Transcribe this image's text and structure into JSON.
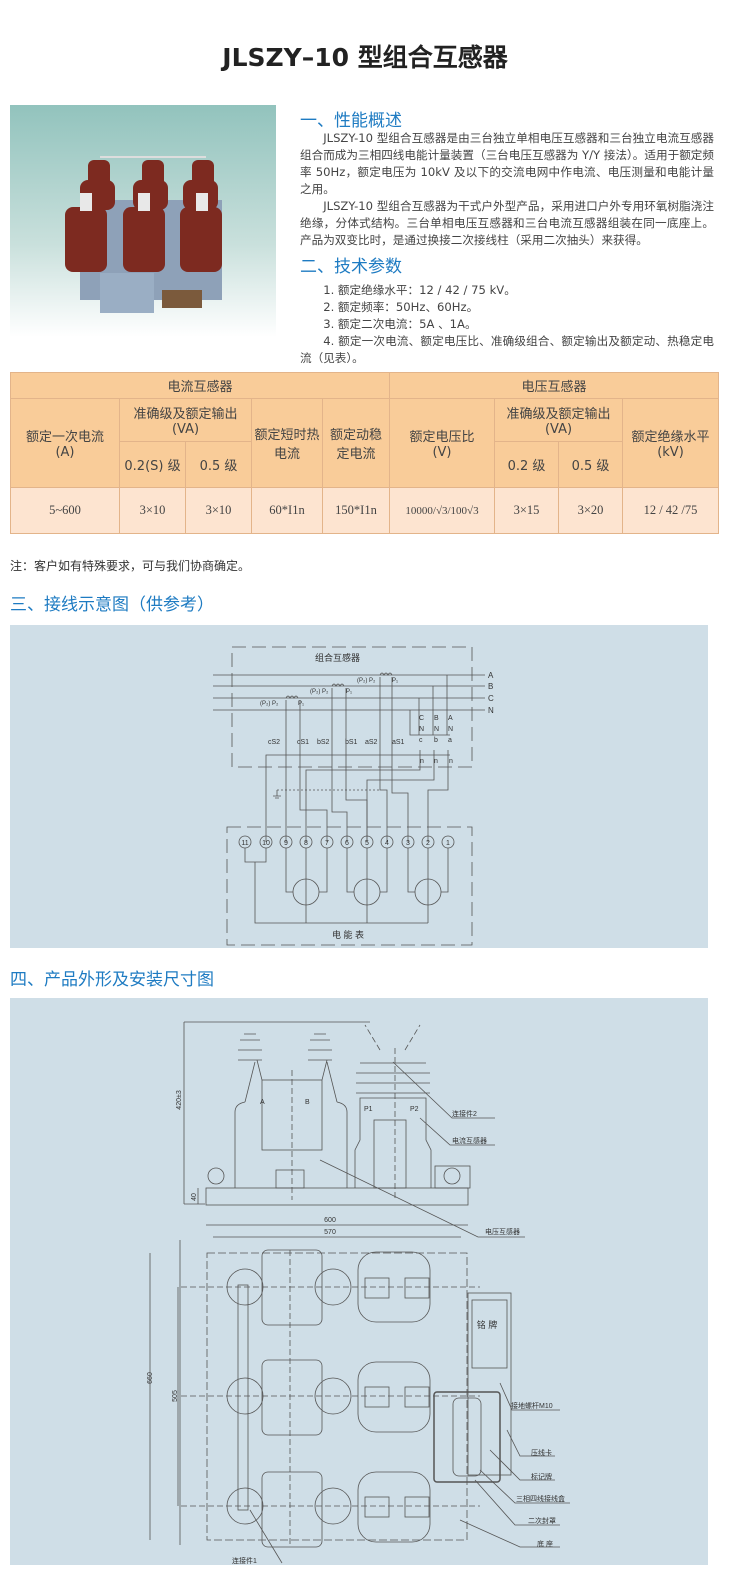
{
  "title": "JLSZY–10 型组合互感器",
  "s1": {
    "heading": "一、性能概述",
    "p1": "JLSZY-10 型组合互感器是由三台独立单相电压互感器和三台独立电流互感器组合而成为三相四线电能计量装置（三台电压互感器为 Y/Y 接法）。适用于额定频率 50Hz，额定电压为 10kV 及以下的交流电网中作电流、电压测量和电能计量之用。",
    "p2": "JLSZY-10 型组合互感器为干式户外型产品，采用进口户外专用环氧树脂浇注绝缘，分体式结构。三台单相电压互感器和三台电流互感器组装在同一底座上。产品为双变比时，是通过换接二次接线柱（采用二次抽头）来获得。"
  },
  "s2": {
    "heading": "二、技术参数",
    "items": [
      "1. 额定绝缘水平：12 / 42 / 75 kV。",
      "2. 额定频率：50Hz、60Hz。",
      "3. 额定二次电流：5A 、1A。",
      "4. 额定一次电流、额定电压比、准确级组合、额定输出及额定动、热稳定电流（见表）。"
    ]
  },
  "table": {
    "ct": "电流互感器",
    "vt": "电压互感器",
    "h_primary": "额定一次电流\n(A)",
    "h_acc": "准确级及额定输出\n(VA)",
    "h_02s": "0.2(S) 级",
    "h_05": "0.5 级",
    "h_thermal": "额定短时热电流",
    "h_dyn": "额定动稳定电流",
    "h_ratio": "额定电压比\n(V)",
    "h_acc2": "准确级及额定输出\n(VA)",
    "h_02": "0.2 级",
    "h_05b": "0.5 级",
    "h_ins": "额定绝缘水平\n(kV)",
    "row": [
      "5~600",
      "3×10",
      "3×10",
      "60*I1n",
      "150*I1n",
      "10000/√3/100√3",
      "3×15",
      "3×20",
      "12 / 42 /75"
    ]
  },
  "note": "注：客户如有特殊要求，可与我们协商确定。",
  "s3": {
    "heading": "三、接线示意图（供参考）",
    "box_title": "组合互感器",
    "meter_title": "电 能 表",
    "phases": [
      "A",
      "B",
      "C",
      "N"
    ],
    "ps": [
      "(P₂) P₂",
      "P₁"
    ],
    "secondary": [
      "cS2",
      "cS1",
      "bS2",
      "bS1",
      "aS2",
      "aS1"
    ],
    "vt_top": [
      "C",
      "B",
      "A"
    ],
    "vt_mid": [
      "c",
      "b",
      "a"
    ],
    "vt_n": "n",
    "vt_N": "N",
    "terminals": [
      "11",
      "10",
      "9",
      "8",
      "7",
      "6",
      "5",
      "4",
      "3",
      "2",
      "1"
    ]
  },
  "s4": {
    "heading": "四、产品外形及安装尺寸图",
    "dims": {
      "h": "420±3",
      "base": "40",
      "w600": "600",
      "w570": "570",
      "d660": "660",
      "d505": "505"
    },
    "labels": {
      "a": "A",
      "b": "B",
      "p1": "P1",
      "p2": "P2",
      "conn2": "连接件2",
      "ct": "电流互感器",
      "vt": "电压互感器",
      "plate": "铭\n牌",
      "ground": "接地螺杆M10",
      "clamp": "压线卡",
      "mark": "标记牌",
      "box": "三相四线接线盒",
      "cover": "二次封罩",
      "base": "底 座",
      "conn1": "连接件1"
    }
  },
  "colors": {
    "accent": "#1e7bc2",
    "table_head": "#f9cc99",
    "table_row": "#fde4d0",
    "panel": "#cfdee7"
  }
}
